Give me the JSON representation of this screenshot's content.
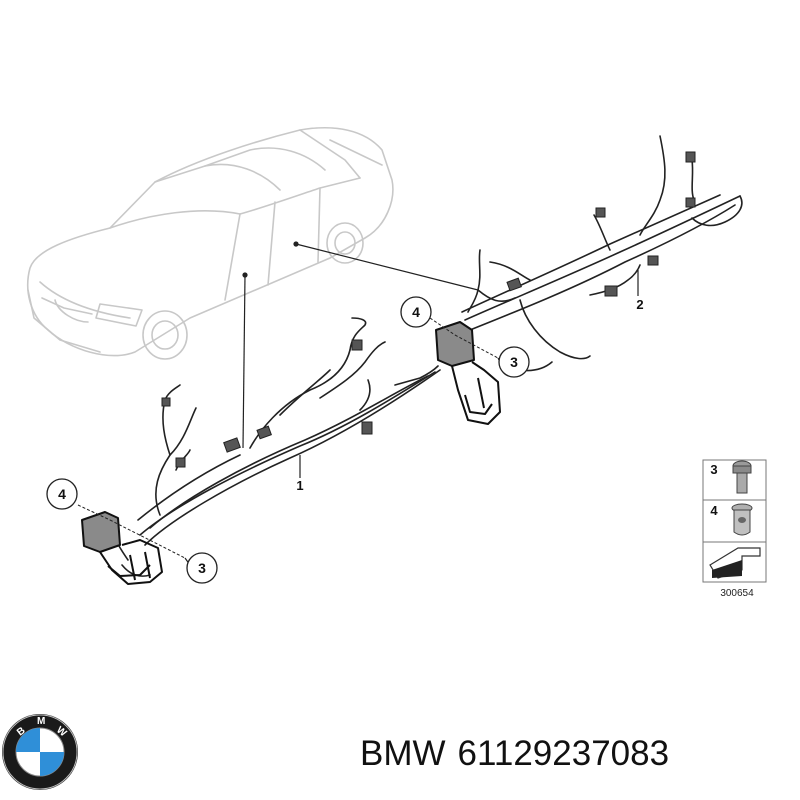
{
  "callouts": {
    "harness_1": "1",
    "harness_2": "2",
    "bolt_left": "3",
    "bolt_right": "3",
    "nut_left": "4",
    "nut_right": "4"
  },
  "legend": {
    "item_bolt": "3",
    "item_nut": "4",
    "diagram_code": "300654"
  },
  "caption": {
    "brand": "BMW",
    "part_number": "61129237083"
  },
  "icons": {
    "logo": "bmw-roundel",
    "car": "sedan-outline",
    "arrow": "direction-arrow"
  },
  "colors": {
    "line": "#222222",
    "car_outline": "#c8c8c8",
    "logo_blue": "#2f8fd8",
    "logo_ring": "#1a1a1a"
  }
}
